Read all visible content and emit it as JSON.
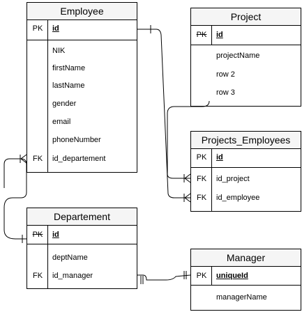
{
  "entities": {
    "employee": {
      "title": "Employee",
      "pk_label": "PK",
      "pk_field": "id",
      "fields": [
        "NIK",
        "firstName",
        "lastName",
        "gender",
        "email",
        "phoneNumber",
        "id_departement"
      ],
      "fk_label": "FK"
    },
    "project": {
      "title": "Project",
      "pk_label": "PK",
      "pk_field": "id",
      "fields": [
        "projectName",
        "row 2",
        "row 3"
      ]
    },
    "projects_employees": {
      "title": "Projects_Employees",
      "pk_label": "PK",
      "pk_field": "id",
      "fk_label": "FK",
      "fk_fields": [
        "id_project",
        "id_employee"
      ]
    },
    "departement": {
      "title": "Departement",
      "pk_label": "PK",
      "pk_field": "id",
      "fields": [
        "deptName",
        "id_manager"
      ],
      "fk_label": "FK"
    },
    "manager": {
      "title": "Manager",
      "pk_label": "PK",
      "pk_field": "uniqueId",
      "fields": [
        "managerName"
      ]
    }
  }
}
